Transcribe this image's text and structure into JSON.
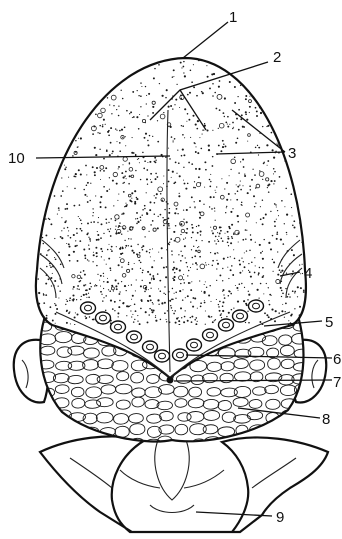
{
  "figure": {
    "callouts": [
      {
        "id": "c1",
        "label": "1"
      },
      {
        "id": "c2",
        "label": "2"
      },
      {
        "id": "c3",
        "label": "3"
      },
      {
        "id": "c4",
        "label": "4"
      },
      {
        "id": "c5",
        "label": "5"
      },
      {
        "id": "c6",
        "label": "6"
      },
      {
        "id": "c7",
        "label": "7"
      },
      {
        "id": "c8",
        "label": "8"
      },
      {
        "id": "c9",
        "label": "9"
      },
      {
        "id": "c10",
        "label": "10"
      }
    ]
  },
  "colors": {
    "ink": "#111111",
    "background": "#ffffff"
  }
}
